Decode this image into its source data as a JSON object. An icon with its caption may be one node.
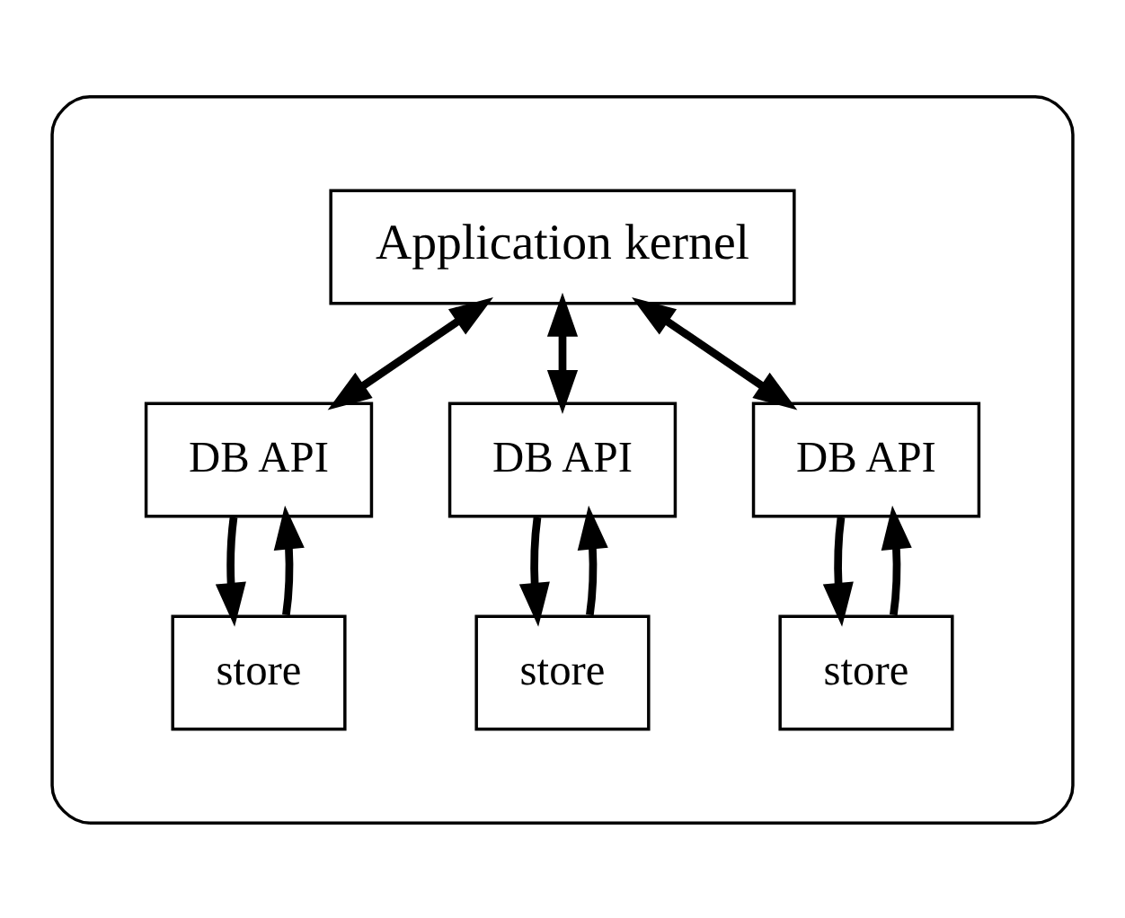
{
  "diagram": {
    "nodes": [
      {
        "text": [],
        "shape": "ellipse"
      },
      {
        "text": [
          "Application kernel"
        ],
        "in": 0
      },
      {
        "text": [
          "DB API"
        ],
        "in": 0
      },
      {
        "text": [
          "DB API"
        ],
        "in": 0
      },
      {
        "text": [
          "DB API"
        ],
        "in": 0
      },
      {
        "text": [
          "store"
        ],
        "in": 0
      },
      {
        "text": [
          "store"
        ],
        "in": 0
      },
      {
        "text": [
          "store"
        ],
        "in": 0
      }
    ],
    "edges": [
      {
        "from": 1,
        "to": 2,
        "arrow": "both"
      },
      {
        "from": 1,
        "to": 3,
        "arrow": "both"
      },
      {
        "from": 1,
        "to": 4,
        "arrow": "both"
      },
      {
        "from": 5,
        "to": 2,
        "arrow": "to"
      },
      {
        "from": 2,
        "to": 5,
        "arrow": "to"
      },
      {
        "from": 3,
        "to": 6,
        "arrow": "to"
      },
      {
        "from": 6,
        "to": 3,
        "arrow": "to"
      },
      {
        "from": 4,
        "to": 7,
        "arrow": "to"
      },
      {
        "from": 7,
        "to": 4,
        "arrow": "to"
      }
    ]
  }
}
